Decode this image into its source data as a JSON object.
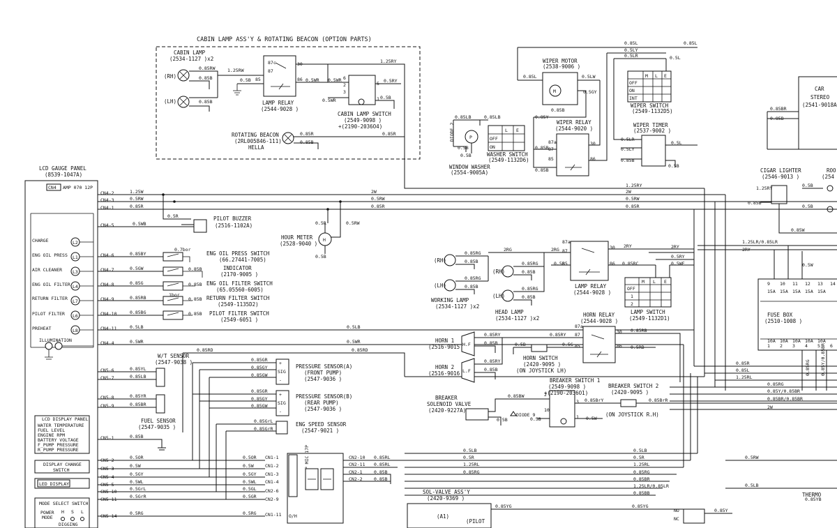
{
  "cabin": {
    "title": "CABIN LAMP ASS'Y & ROTATING BEACON (OPTION PARTS)",
    "cabin_lamp": "CABIN LAMP",
    "cabin_lamp_pn": "(2534-1127 )x2",
    "rh": "(RH)",
    "lh": "(LH)",
    "w_085rw": "0.85RW",
    "w_085b_1": "0.85B",
    "w_085b_2": "0.85B",
    "w_125rw": "1.25RW",
    "w_05b": "0.5B",
    "w_05wr_1": "0.5WR",
    "w_05wr_2": "0.5WR",
    "w_05wr_3": "0.5WR",
    "w_125ry": "1.25RY",
    "w_05ry": "0.5RY",
    "w_05b_2": "0.5B",
    "lamp_relay": "LAMP RELAY",
    "lamp_relay_pn": "(2544-9028 )",
    "cabin_switch": "CABIN LAMP SWITCH",
    "cabin_switch_pn1": "(2549-9098 )",
    "cabin_switch_pn2": "+(2190-2036O4)",
    "rotating_beacon": "ROTATING BEACON",
    "beacon_pn": "(2RL005846-111)",
    "hella": "HELLA",
    "w_085r_1": "0.85R",
    "w_085b_3": "0.85B",
    "w_085r_2": "0.85R"
  },
  "wiper": {
    "motor": "WIPER MOTOR",
    "motor_pn": "(2538-9006 )",
    "w_085l_1": "0.85L",
    "w_05lw": "0.5LW",
    "w_05ly": "0.5Ly",
    "w_05lr": "0.5LR",
    "w_085l_2": "0.85L",
    "w_05l": "0.5L",
    "w_085l_top": "0.85L",
    "w_05ly_top": "0.5LY",
    "w_05lr_top": "0.5LR",
    "w_05gy": "0.5GY",
    "w_085b": "0.85B",
    "w_085y": "0.85Y",
    "switch": "WIPER SWITCH",
    "switch_pn": "(2549-1132D5)",
    "sw_off": "OFF",
    "sw_on": "ON",
    "sw_int": "INT",
    "sw_m": "M",
    "sw_l": "L",
    "sw_e": "E",
    "relay": "WIPER RELAY",
    "relay_pn": "(2544-9020 )",
    "timer": "WIPER TIMER",
    "timer_pn": "(2537-9002 )",
    "w_05lr_2": "0.5LR",
    "w_05ly_2": "0.5LY",
    "w_085b_2": "0.85B",
    "w_05l_2": "0.5L",
    "w_05b_3": "0.5B"
  },
  "washer": {
    "diode2": "DIODE 2",
    "w_085lb_1": "0.85LB",
    "w_085lb_2": "0.85LB",
    "w_05b": "0.5B",
    "w_05b_2": "0.5B",
    "window_washer": "WINDOW WASHER",
    "washer_pn": "(2554-9005A)",
    "washer_switch": "WASHER SWITCH",
    "washer_switch_pn": "(2549-1132D6)",
    "off": "OFF",
    "on": "ON",
    "l": "L",
    "e": "E"
  },
  "right": {
    "car_stereo": "CAR",
    "car_stereo2": "STEREO",
    "car_pn": "(2541-9018A)",
    "w_085br": "0.85BR",
    "w_085b": "0.85B",
    "cigar": "CIGAR LIGHTER",
    "cigar_pn": "(2546-9013 )",
    "room": "ROO",
    "room_pn": "(254",
    "w_085b_2": "0.85B",
    "w_05b": "0.5B",
    "w_05b_2": "0.5B",
    "w_085w": "0.85W",
    "fuse_box": "FUSE BOX",
    "fuse_pn": "(2510-1008 )",
    "fuse_nums_top": [
      "9",
      "10",
      "11",
      "12",
      "13",
      "14"
    ],
    "fuse_nums_bot": [
      "1",
      "2",
      "3",
      "4",
      "5",
      "6"
    ],
    "fuse_amp": "15A",
    "fuse_amp2": "10A",
    "w_125lr": "1.25LR/0.85LR",
    "w_2ry_f": "2RY",
    "w_125ry": "1.25RY",
    "w_05w": "0.5W",
    "w_085rg": "0.85RG",
    "w_085y": "0.85Y/0.85BR",
    "w_085rr": "0.85RR",
    "w_085w_f": "0.85W",
    "thermo": "THERMO"
  },
  "panel": {
    "title": "LCD GAUGE PANEL",
    "pn": "(8539-1047A)",
    "cn4": "CN4",
    "amp": "AMP 070 12P",
    "pins": [
      "CN4-2",
      "CN4-3",
      "CN4-1",
      "CN4-5",
      "CN4-6",
      "CN4-7",
      "CN4-8",
      "CN4-9",
      "CN4-10",
      "CN4-11",
      "CN4-4"
    ],
    "labels": [
      "CHARGE",
      "ENG OIL PRESS",
      "AIR CLEANER",
      "ENG OIL FILTER",
      "RETURN FILTER",
      "PILOT FILTER",
      "PREHEAT",
      "ILLUMINATION"
    ],
    "lamps": [
      "L2",
      "L1",
      "L3",
      "L4",
      "L7",
      "L6",
      "L8"
    ],
    "cn5": [
      "CN5-6",
      "CN5-7",
      "CN5-8",
      "CN5-9",
      "CN5-1",
      "CN5-2",
      "CN5-3",
      "CN5-4",
      "CN5-5",
      "CN5-10",
      "CN5-11",
      "CN5-14"
    ],
    "lcd_display_panel": "LCD DISPLAY PANEL",
    "lcd_items": [
      "WATER TEMPERATURE",
      "FUEL LEVEL",
      "ENGINE RPM",
      "BATTERY VOLTAGE",
      "F_PUMP PRESSURE",
      "R_PUMP PRESSURE"
    ],
    "display_change": "DISPLAY CHANGE",
    "display_change2": "SWITCH",
    "led_display": "LED DISPLAY",
    "mode_select": "MODE SELECT SWITCH",
    "power_mode": "POWER",
    "power_mode2": "MODE",
    "mode_cols": [
      "H",
      "S",
      "L"
    ],
    "digging": "DIGGING"
  },
  "wires": {
    "w125w": "1.25W",
    "w05rw": "0.5RW",
    "w085r": "0.85R",
    "w2w": "2W",
    "w05rw_2": "0.5RW",
    "w085r_2": "0.85R",
    "w125ry": "1.25RY",
    "w2w_2": "2W",
    "w05rw_3": "0.5RW",
    "w085r_3": "0.85R",
    "w05r": "0.5R",
    "w05b": "0.5B",
    "w05wb": "0.5WB",
    "w085y": "0.85BY",
    "w05gw": "0.5GW",
    "w085g": "0.85G",
    "w085rb": "0.85RB",
    "w085bg": "0.85BG",
    "w05lb": "0.5LB",
    "w05wr": "0.5WR",
    "w085rd": "0.85RD",
    "w07bor": "0.7bor",
    "w085b": "0.85B",
    "w1bor": "1bor",
    "w085bb": "0.85B",
    "w085bc": "0.85B",
    "w085bd": "0.85B",
    "w05lb_2": "0.5LB",
    "w05wr_2": "0.5WR",
    "w05wr_3": "0.5WR",
    "w085rd_2": "0.85RD"
  },
  "switches": {
    "buzzer": "PILOT BUZZER",
    "buzzer_pn": "(2516-1102A)",
    "hour_meter": "HOUR METER",
    "hour_pn": "(2528-9040 )",
    "eng_oil_press": "ENG OIL PRESS SWITCH",
    "eng_oil_press_pn": "(66.27441-7005)",
    "indicator": "INDICATOR",
    "indicator_pn": "(2170-9005 )",
    "eng_oil_filter": "ENG OIL FILTER SWITCH",
    "eng_oil_filter_pn": "(65.05560-6005)",
    "return_filter": "RETURN FILTER SWITCH",
    "return_filter_pn": "(2549-1135D2)",
    "pilot_filter": "PILOT FILTER SWITCH",
    "pilot_filter_pn": "(2549-6051 )"
  },
  "sensors": {
    "wt_sensor": "W/T SENSOR",
    "wt_pn": "(2547-9038 )",
    "w085yl": "0.85YL",
    "w085lb": "0.85LB",
    "w085yr": "0.85YR",
    "w085br": "0.85BR",
    "fuel_sensor": "FUEL SENSOR",
    "fuel_pn": "(2547-9035 )",
    "pa": "PRESSURE SENSOR(A)",
    "pa2": "(FRONT PUMP)",
    "pa_pn": "(2547-9036 )",
    "pb": "PRESSURE SENSOR(B)",
    "pb2": "(REAR PUMP)",
    "pb_pn": "(2547-9036 )",
    "eng_speed": "ENG SPEED SENSOR",
    "eng_speed_pn": "(2547-9021 )",
    "w085gr": "0.85GR",
    "w085gr_2": "0.85GR",
    "w085gy": "0.85GY",
    "w085gy_2": "0.85GY",
    "w085gw": "0.85GW",
    "w085gw_2": "0.85GW",
    "w085grl": "0.85GrL",
    "w085grr": "0.85GrR",
    "w085rd": "0.85RD",
    "plus": "+",
    "sig": "SIG",
    "minus": "-"
  },
  "led": {
    "rows": [
      {
        "pin": "CN5-2",
        "w1": "0.5OR",
        "w2": "0.5OR",
        "cn": "CN1-1"
      },
      {
        "pin": "CN5-3",
        "w1": "0.5W",
        "w2": "0.5W",
        "cn": "CN1-2"
      },
      {
        "pin": "CN5-4",
        "w1": "0.5GY",
        "w2": "0.5GY",
        "cn": "CN1-3"
      },
      {
        "pin": "CN5-5",
        "w1": "0.5WL",
        "w2": "0.5WL",
        "cn": "CN1-4"
      },
      {
        "pin": "CN5-10",
        "w1": "0.5GrL",
        "w2": "0.5GL",
        "cn": "CN2-6"
      },
      {
        "pin": "CN5-11",
        "w1": "0.5GrR",
        "w2": "0.5GR",
        "cn": "CN2-9"
      },
      {
        "pin": "CN5-14",
        "w1": "0.5RG",
        "w2": "0.5RG",
        "cn": "CN1-11"
      }
    ],
    "cn5_1": "CN5-1",
    "w085b": "0.85B",
    "amp": "AMP MIC 17P",
    "oh": "O/H",
    "cn2_rows": [
      {
        "cn": "CN2-10",
        "w": "0.85RL"
      },
      {
        "cn": "CN2-11",
        "w": "0.85RL"
      },
      {
        "cn": "CN2-1",
        "w": "0.85B"
      },
      {
        "cn": "CN2-2",
        "w": "0.85B"
      }
    ]
  },
  "lamps": {
    "w085rg": "0.85RG",
    "w085b": "0.85B",
    "w2rg": "2RG",
    "w2rg_2": "2RG",
    "w085rg_2": "0.85RG",
    "w085rg_3": "0.85RG",
    "w085b_2": "0.85B",
    "w085b_3": "0.85B",
    "w085b_4": "0.85B",
    "w085b_5": "0.85B",
    "w085rg_4": "0.85RG",
    "w05b": "0.5B",
    "w085rg_5": "0.85RG",
    "rh": "(RH)",
    "lh": "(LH)",
    "rh2": "(RH)",
    "lh2": "(LH)",
    "working": "WORKING LAMP",
    "working_pn": "(2534-1127 )x2",
    "head": "HEAD LAMP",
    "head_pn": "(2534-1127 )x2",
    "lamp_relay": "LAMP RELAY",
    "lamp_relay_pn": "(2544-9028 )",
    "w2ry": "2RY",
    "w2ry_2": "2RY",
    "w05ry": "0.5RY",
    "w05wf": "0.5WF",
    "lamp_switch": "LAMP SWITCH",
    "lamp_switch_pn": "(2549-1132D1)",
    "off": "OFF",
    "one": "1",
    "two": "2",
    "m": "M",
    "l": "L",
    "e": "E",
    "w085rc": "0.85RC"
  },
  "horn": {
    "horn1": "HORN 1",
    "horn1_pn": "(2516-9015 )",
    "horn2": "HORN 2",
    "horn2_pn": "(2516-9016 )",
    "hf": "H.F",
    "lf": "L.F",
    "w085ry": "0.85RY",
    "w085b": "0.85B",
    "w085ry_2": "0.85RY",
    "w085b_2": "0.85B",
    "horn_switch": "HORN SWITCH",
    "horn_switch_pn": "(2420-9095 )",
    "horn_switch_loc": "(ON JOYSTICK LH)",
    "w05b": "0.5B",
    "w05g": "0.5G",
    "w085ry_3": "0.85RY",
    "w085rb": "0.85RB",
    "w05rb": "0.5RB",
    "horn_relay": "HORN RELAY",
    "horn_relay_pn": "(2544-9028 )"
  },
  "breaker": {
    "valve": "BREAKER",
    "valve2": "SOLENOID VALVE",
    "valve_pn": "(2420-9227A)",
    "w085bw": "0.85BW",
    "w05b": "0.5B",
    "w05w": "0.5W",
    "w085bry": "0.85BrY",
    "w085brr": "0.85BrR",
    "diode9": "DIODE 9",
    "sw1": "BREAKER SWITCH 1",
    "sw1_pn1": "(2549-9098 )",
    "sw1_pn2": "+(2190-2036O1)",
    "sw2": "BREAKER SWITCH 2",
    "sw2_pn": "(2420-9095 )",
    "sw2_loc": "(ON JOYSTICK R.H)"
  },
  "bottom": {
    "w05lb": "0.5LB",
    "w05r": "0.5R",
    "w125rl": "1.25RL",
    "w085rg": "0.85RG",
    "w05lb_2": "0.5LB",
    "w05r_2": "0.5R",
    "w125rl_2": "1.25RL",
    "w085rg_2": "0.85RG",
    "w085br": "0.85BR",
    "w125lr": "1.25LR/0.85LR",
    "w085bb": "0.85BB",
    "w05rw": "0.5RW",
    "w05lb_3": "0.5LB",
    "w085yg": "0.85YG",
    "w085yg_2": "0.85YG",
    "w085y": "0.85Y",
    "sol_valve": "SOL-VALVE ASS'Y",
    "sol_pn": "(2420-9369 )",
    "a1": "(A1)",
    "pilot": "(PILOT",
    "no": "NO",
    "nc": "NC",
    "w085yb": "0.85YB"
  },
  "main_wires": {
    "w085r": "0.85R",
    "w085l": "0.85L",
    "w125rl": "1.25RL",
    "w085rg": "0.85RG",
    "w085y": "0.85Y/0.85BR",
    "w085br": "0.85BR/0.85BR",
    "w2w": "2W"
  }
}
